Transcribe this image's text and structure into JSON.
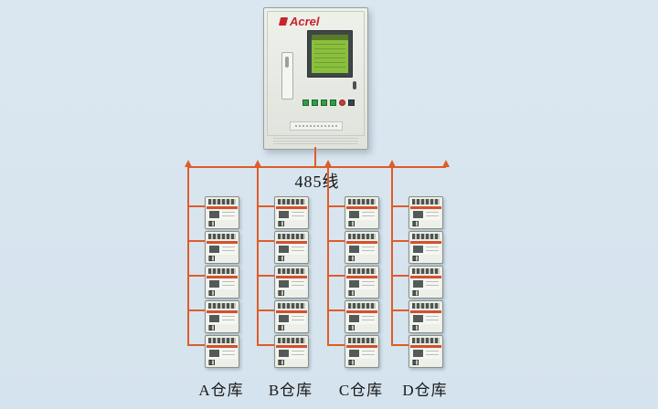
{
  "title": "Acrel 485-bus warehouse metering system diagram",
  "colors": {
    "background": "#dbe7f0",
    "bus_line": "#e05c28",
    "brand_red": "#c8232c",
    "lcd_green": "#8abf3d"
  },
  "cabinet": {
    "brand": "Acrel"
  },
  "bus": {
    "label": "485线"
  },
  "columns": [
    {
      "label": "A仓库",
      "devices": 5
    },
    {
      "label": "B仓库",
      "devices": 5
    },
    {
      "label": "C仓库",
      "devices": 5
    },
    {
      "label": "D仓库",
      "devices": 5
    }
  ]
}
